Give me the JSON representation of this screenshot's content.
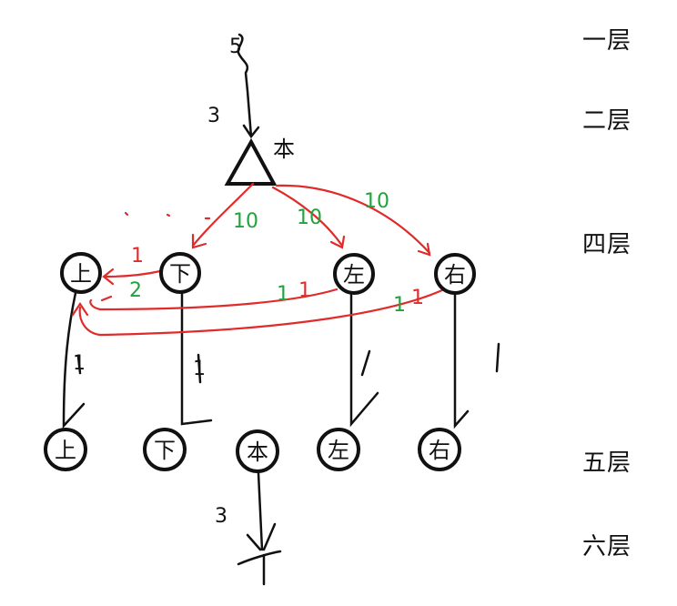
{
  "layers": {
    "l1": "一层",
    "l2": "二层",
    "l4": "四层",
    "l5": "五层",
    "l6": "六层"
  },
  "hand_numbers": {
    "top_five": "5",
    "top_three": "3",
    "ten_left": "10",
    "ten_mid": "10",
    "ten_right": "10",
    "one_red_left": "1",
    "two_green": "2",
    "one_left_vert": "1",
    "one_down_vert": "1",
    "one_mid_red": "1",
    "one_mid_green": "1",
    "one_right_red": "1",
    "one_right_green": "1",
    "three_bottom": "3"
  },
  "triangle": {
    "label": "本"
  },
  "row4": [
    "上",
    "下",
    "左",
    "右"
  ],
  "row5": [
    "上",
    "下",
    "本",
    "左",
    "右"
  ],
  "colors": {
    "ink": "#111111",
    "red": "#e02b2b",
    "green": "#1fa33a"
  }
}
